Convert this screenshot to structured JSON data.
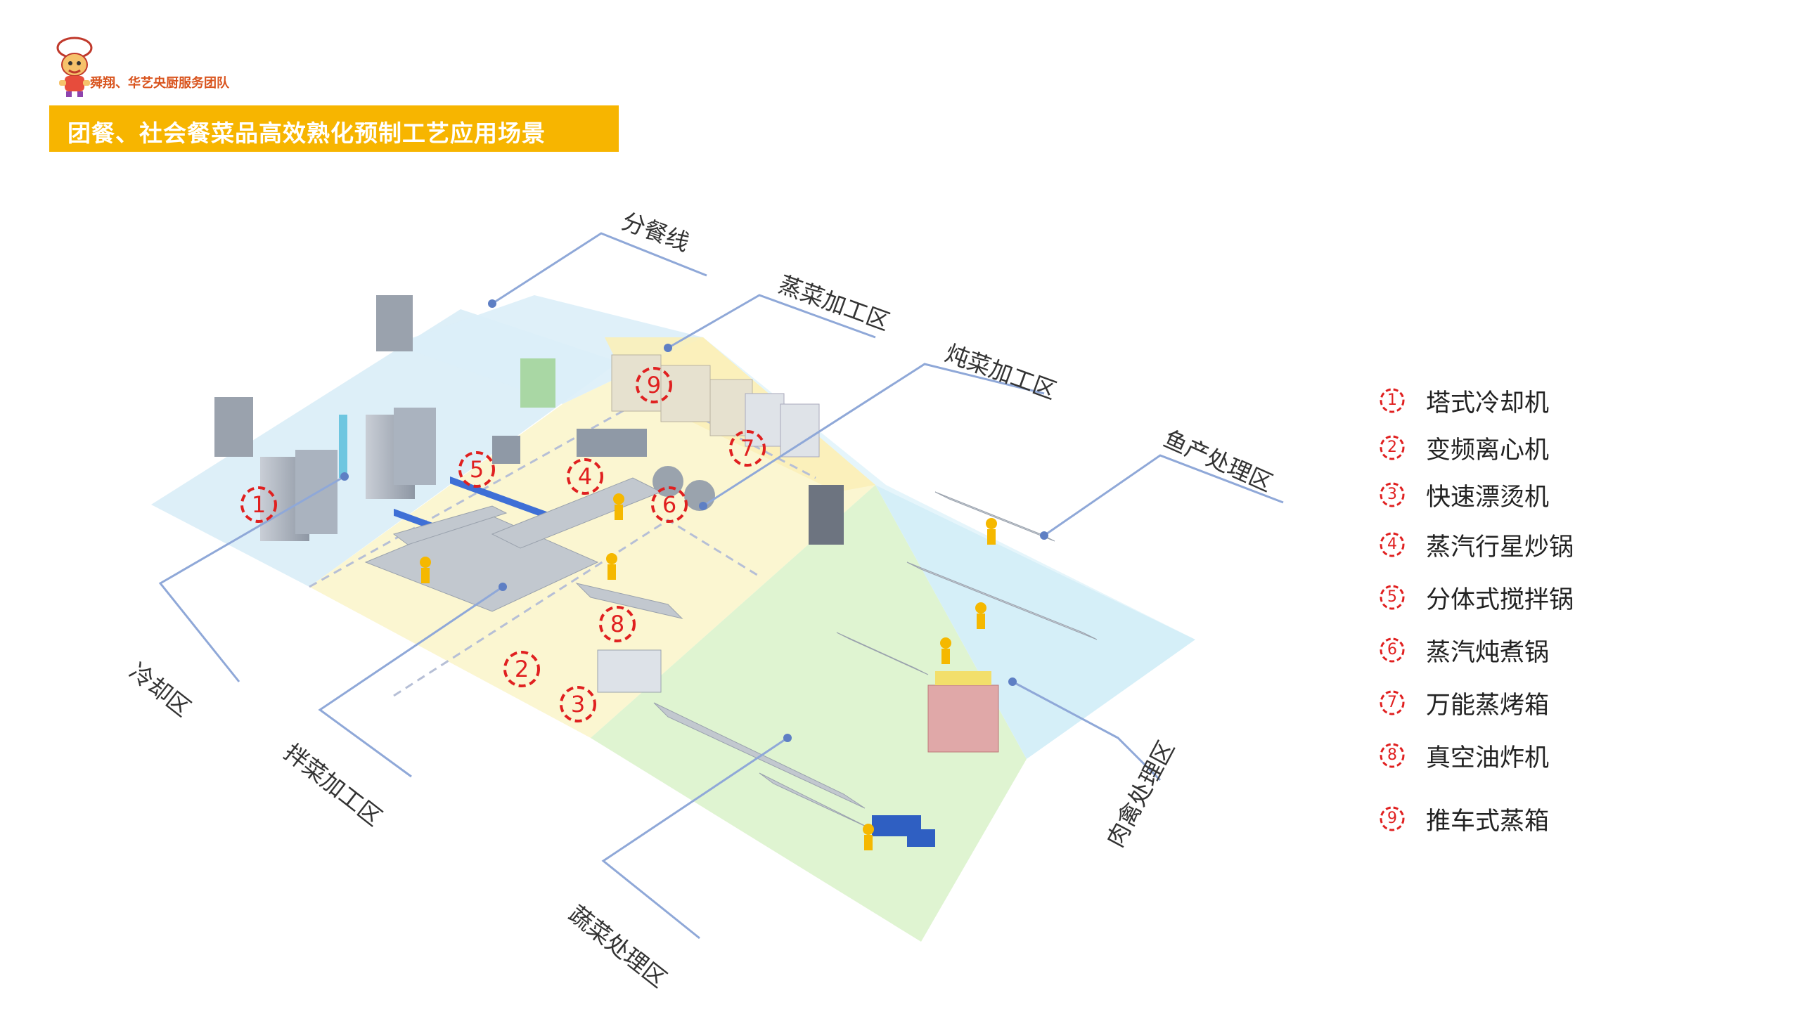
{
  "header": {
    "team_name": "舜翔、华艺央厨服务团队",
    "banner_title": "团餐、社会餐菜品高效熟化预制工艺应用场景"
  },
  "zones": {
    "serving_line": "分餐线",
    "steaming": "蒸菜加工区",
    "stewing": "炖菜加工区",
    "fish": "鱼产处理区",
    "cooling": "冷却区",
    "mixing": "拌菜加工区",
    "vegetable": "蔬菜处理区",
    "meat_poultry": "肉禽处理区"
  },
  "markers": [
    "1",
    "2",
    "3",
    "4",
    "5",
    "6",
    "7",
    "8",
    "9"
  ],
  "legend": [
    {
      "num": "1",
      "label": "塔式冷却机"
    },
    {
      "num": "2",
      "label": "变频离心机"
    },
    {
      "num": "3",
      "label": "快速漂烫机"
    },
    {
      "num": "4",
      "label": "蒸汽行星炒锅"
    },
    {
      "num": "5",
      "label": "分体式搅拌锅"
    },
    {
      "num": "6",
      "label": "蒸汽炖煮锅"
    },
    {
      "num": "7",
      "label": "万能蒸烤箱"
    },
    {
      "num": "8",
      "label": "真空油炸机"
    },
    {
      "num": "9",
      "label": "推车式蒸箱"
    }
  ],
  "colors": {
    "banner": "#f7b500",
    "marker": "#e02020",
    "leader": "#8fa8d8",
    "zone_cooling": "#d9edf7",
    "zone_yellow": "#fbf5cf",
    "zone_green": "#ddf3cf",
    "zone_blue": "#d3eef8"
  }
}
